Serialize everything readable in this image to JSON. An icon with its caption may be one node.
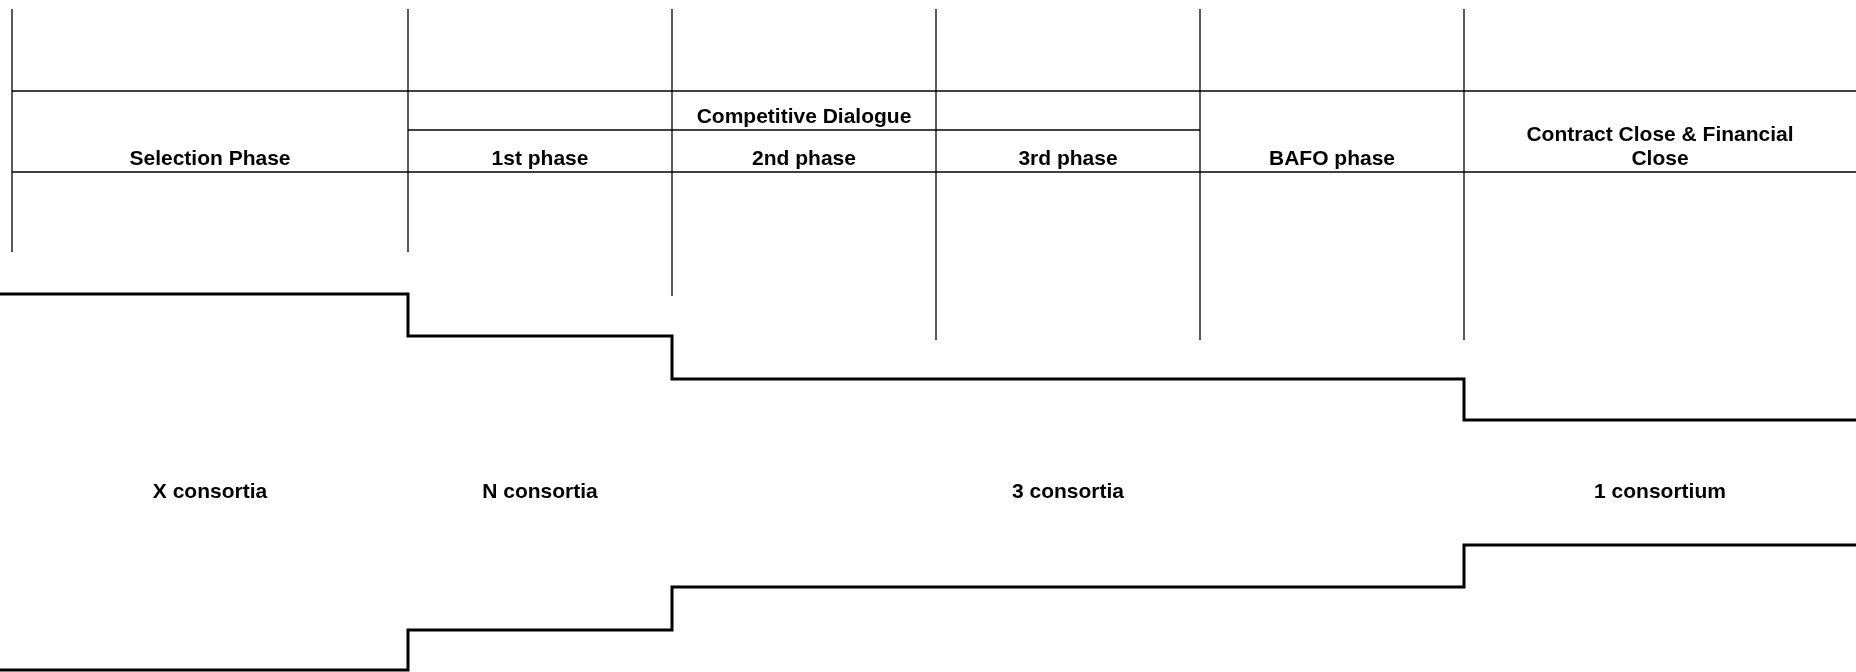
{
  "diagram": {
    "labels": [
      "Selection Phase",
      "Competitive Dialogue",
      "1st phase",
      "2nd phase",
      "3rd phase",
      "BAFO phase",
      "Contract Close & Financial Close",
      "X consortia",
      "N consortia",
      "3 consortia",
      "1 consortium"
    ]
  }
}
